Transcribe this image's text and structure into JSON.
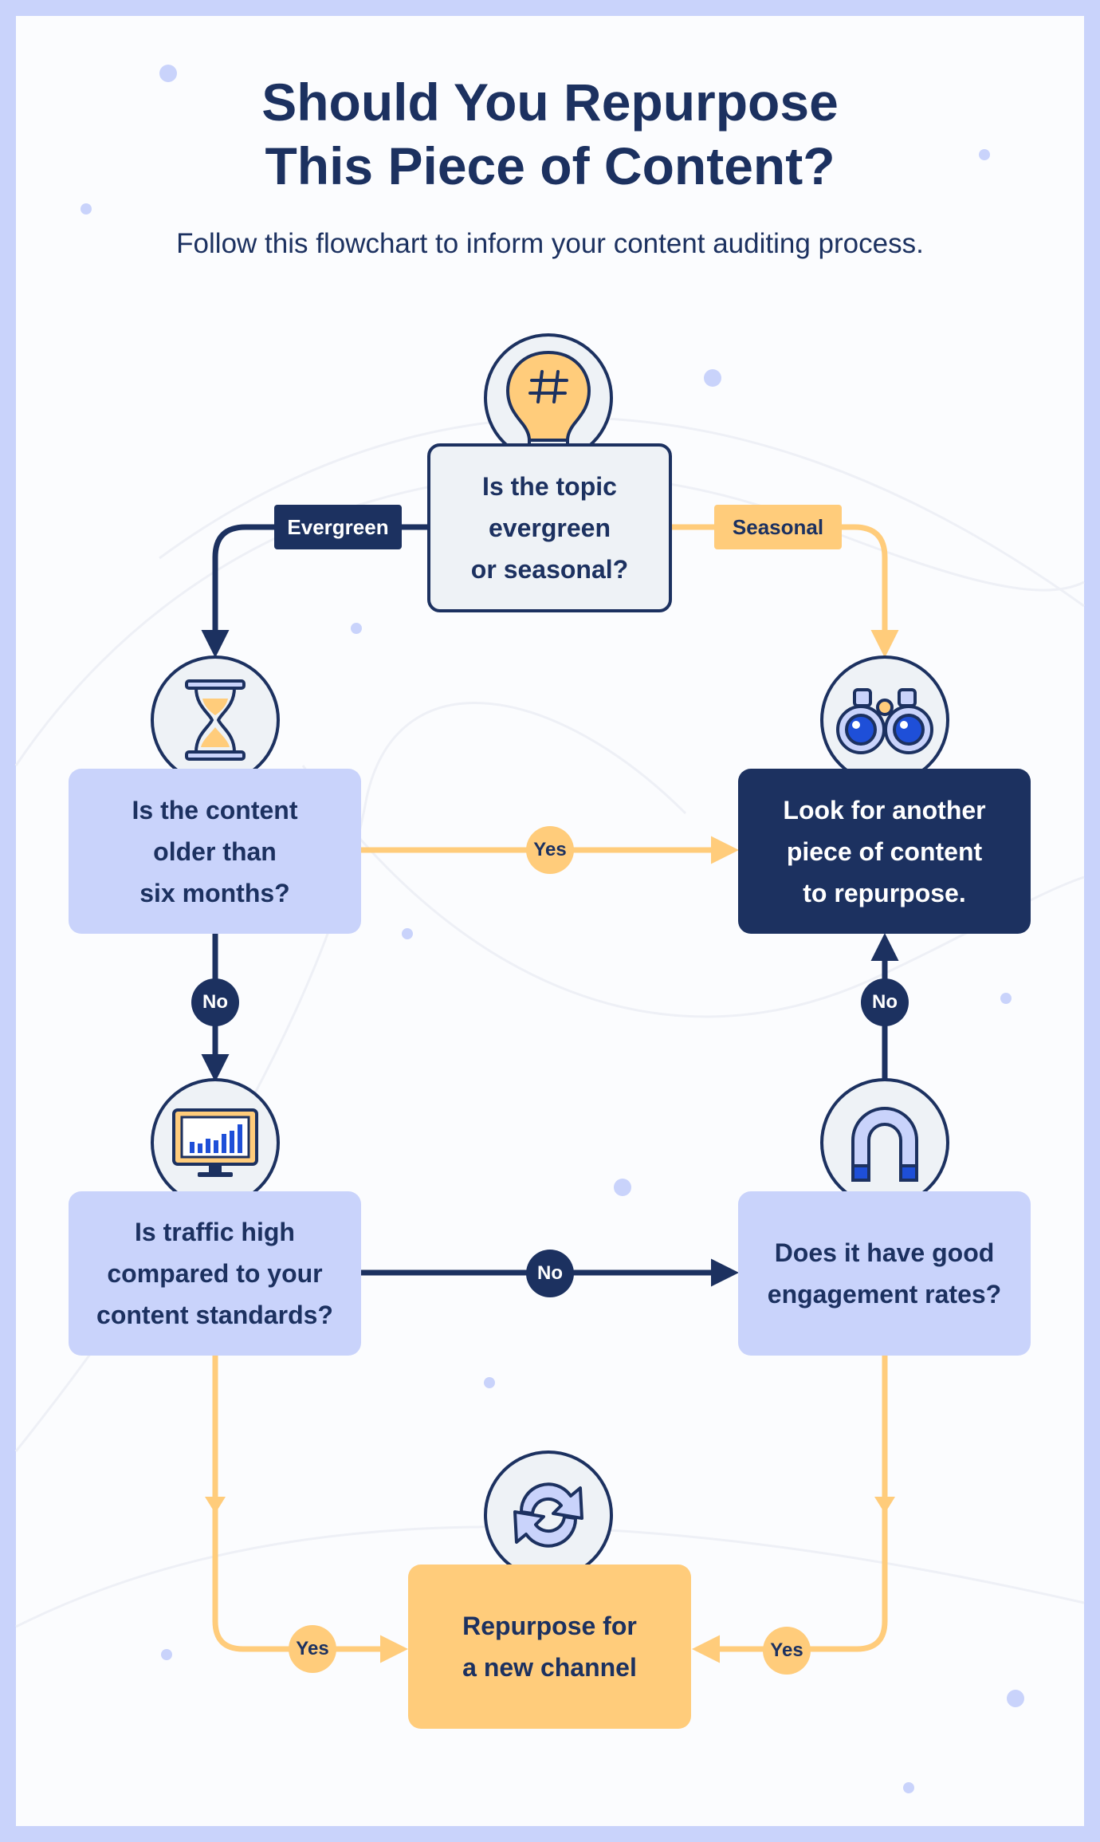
{
  "header": {
    "title_line1": "Should You Repurpose",
    "title_line2": "This Piece of Content?",
    "subtitle": "Follow this flowchart to inform your content auditing process."
  },
  "nodes": {
    "topic": [
      "Is the topic",
      "evergreen",
      "or seasonal?"
    ],
    "older": [
      "Is the content",
      "older than",
      "six months?"
    ],
    "another": [
      "Look for another",
      "piece of content",
      "to repurpose."
    ],
    "traffic": [
      "Is traffic high",
      "compared to your",
      "content standards?"
    ],
    "engagement": [
      "Does it have good",
      "engagement rates?"
    ],
    "repurpose": [
      "Repurpose for",
      "a new channel"
    ]
  },
  "edge_labels": {
    "evergreen": "Evergreen",
    "seasonal": "Seasonal",
    "older_yes": "Yes",
    "older_no": "No",
    "engagement_no": "No",
    "traffic_no": "No",
    "traffic_yes": "Yes",
    "engagement_yes": "Yes"
  },
  "icons": {
    "topic": "lightbulb-hashtag-icon",
    "older": "hourglass-icon",
    "another": "binoculars-icon",
    "traffic": "monitor-chart-icon",
    "engagement": "magnet-icon",
    "repurpose": "refresh-arrows-icon"
  },
  "colors": {
    "navy": "#1c3160",
    "light_blue": "#c9d3fb",
    "yellow": "#ffcc7b",
    "background": "#fbfcfe",
    "accent_blue": "#1e4fd8"
  }
}
